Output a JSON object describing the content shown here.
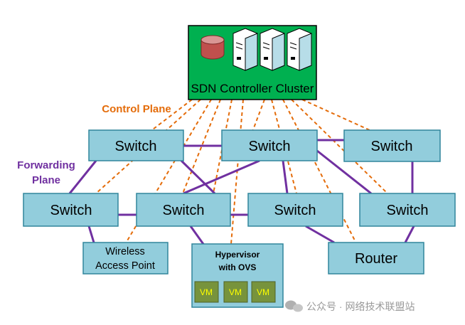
{
  "controller": {
    "label": "SDN Controller Cluster",
    "database_icon": "database-icon",
    "server_icon": "server-icon"
  },
  "planes": {
    "control": "Control Plane",
    "forwarding_line1": "Forwarding",
    "forwarding_line2": "Plane"
  },
  "nodes": {
    "switch_top_left": "Switch",
    "switch_top_mid": "Switch",
    "switch_top_right": "Switch",
    "switch_bot_left": "Switch",
    "switch_bot_mid_left": "Switch",
    "switch_bot_mid_right": "Switch",
    "switch_bot_right": "Switch",
    "router": "Router",
    "wap_line1": "Wireless",
    "wap_line2": "Access Point",
    "hypervisor_line1": "Hypervisor",
    "hypervisor_line2": "with OVS",
    "vm1": "VM",
    "vm2": "VM",
    "vm3": "VM"
  },
  "watermark": "公众号 · 网络技术联盟站",
  "colors": {
    "controller_fill": "#00b050",
    "node_fill": "#92cddc",
    "vm_fill": "#77933c",
    "vm_text": "#ffff00",
    "control_line": "#e46c0a",
    "forwarding_line": "#7030a0",
    "plane_label_orange": "#e46c0a",
    "plane_label_purple": "#7030a0"
  }
}
